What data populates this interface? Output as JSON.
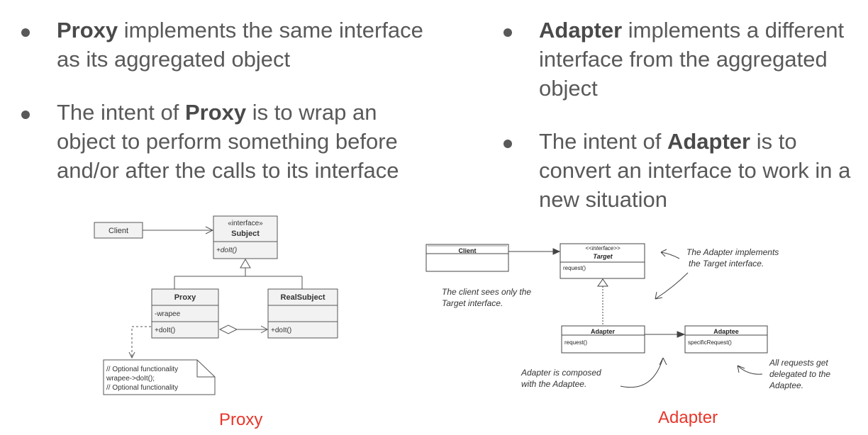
{
  "left": {
    "bullets": [
      {
        "bold": "Proxy",
        "pre": "",
        "post": " implements the same interface as its aggregated object"
      },
      {
        "pre": "The intent of  ",
        "bold": "Proxy",
        "post": " is to wrap an object to perform something before and/or after the calls to its interface"
      }
    ],
    "caption": "Proxy"
  },
  "right": {
    "bullets": [
      {
        "pre": "",
        "bold": "Adapter",
        "post": " implements a different interface from the aggregated object"
      },
      {
        "pre": "The intent of ",
        "bold": "Adapter",
        "post": " is to convert an interface to work in a new situation"
      }
    ],
    "caption": "Adapter"
  },
  "proxy_diagram": {
    "client": "Client",
    "subject_stereotype": "«interface»",
    "subject_name": "Subject",
    "subject_method": "+doIt()",
    "proxy_name": "Proxy",
    "proxy_field": "-wrapee",
    "proxy_method": "+doIt()",
    "real_name": "RealSubject",
    "real_method": "+doIt()",
    "note_line1": "// Optional functionality",
    "note_line2": "wrapee->doIt();",
    "note_line3": "// Optional functionality"
  },
  "adapter_diagram": {
    "client": "Client",
    "target_stereotype": "<<interface>>",
    "target_name": "Target",
    "target_method": "request()",
    "adapter_name": "Adapter",
    "adapter_method": "request()",
    "adaptee_name": "Adaptee",
    "adaptee_method": "specificRequest()",
    "note_implements_1": "The Adapter implements",
    "note_implements_2": "the Target interface.",
    "note_client_1": "The client sees only the",
    "note_client_2": "Target interface.",
    "note_composed_1": "Adapter is composed",
    "note_composed_2": "with the Adaptee.",
    "note_delegated_1": "All requests get",
    "note_delegated_2": "delegated to the",
    "note_delegated_3": "Adaptee."
  }
}
